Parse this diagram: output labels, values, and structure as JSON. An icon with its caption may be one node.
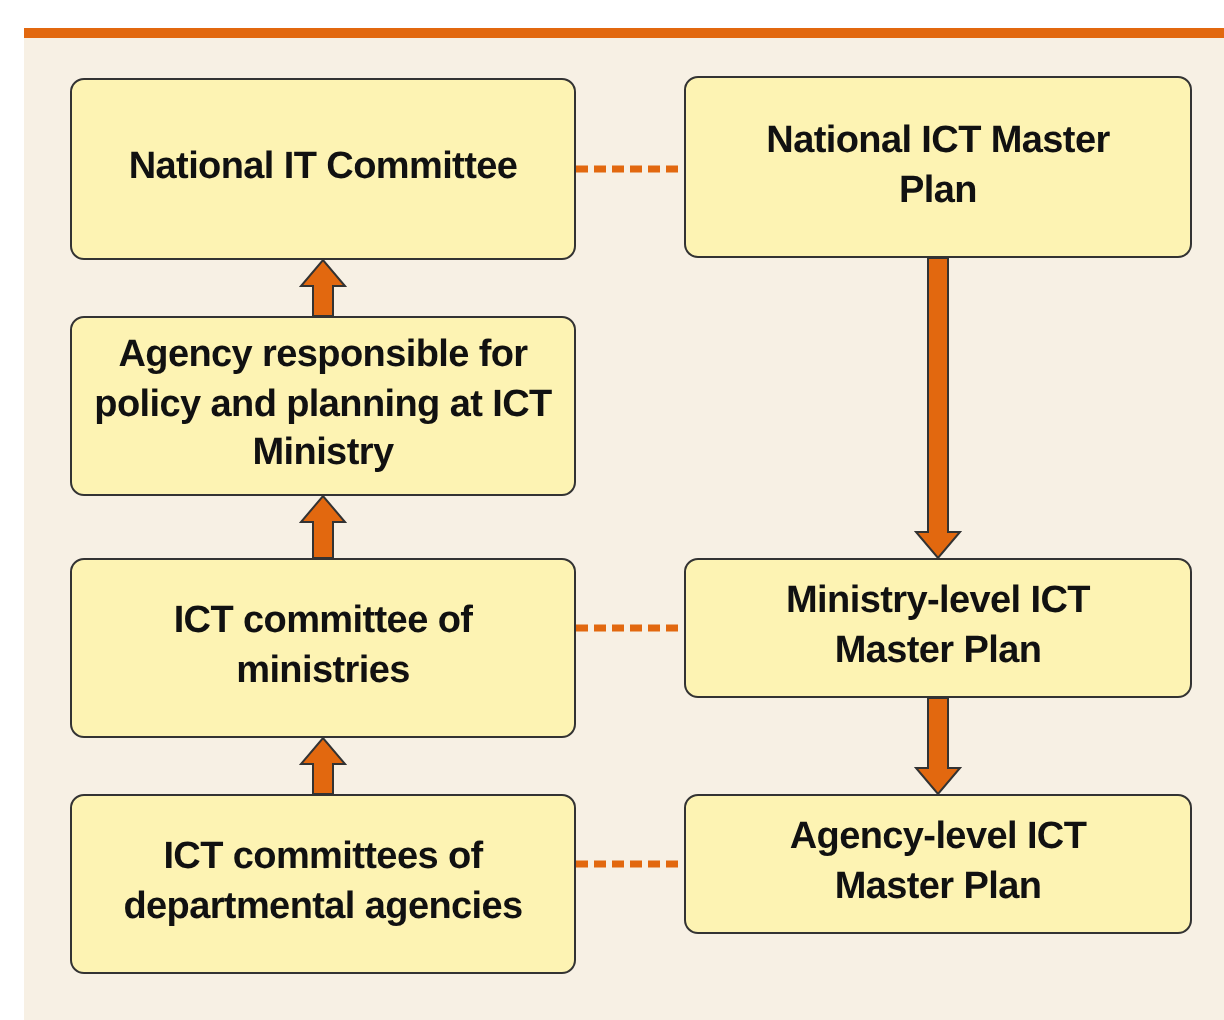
{
  "diagram": {
    "nodes": [
      {
        "text": [
          "National IT Committee"
        ]
      },
      {
        "text": [
          "National ICT Master Plan"
        ]
      },
      {
        "text": [
          "Agency responsible for policy and planning at ICT Ministry"
        ]
      },
      {
        "text": [
          "ICT committee of ministries"
        ]
      },
      {
        "text": [
          "Ministry-level ICT Master Plan"
        ]
      },
      {
        "text": [
          "ICT committees of departmental agencies"
        ]
      },
      {
        "text": [
          "Agency-level ICT Master Plan"
        ]
      }
    ],
    "edges": [
      {
        "from": 0,
        "to": 1,
        "arrow": "none",
        "style": "dashed"
      },
      {
        "from": 2,
        "to": 0,
        "arrow": "to",
        "style": "thick"
      },
      {
        "from": 1,
        "to": 4,
        "arrow": "to",
        "style": "thick"
      },
      {
        "from": 3,
        "to": 2,
        "arrow": "to",
        "style": "thick"
      },
      {
        "from": 3,
        "to": 4,
        "arrow": "none",
        "style": "dashed"
      },
      {
        "from": 4,
        "to": 6,
        "arrow": "to",
        "style": "thick"
      },
      {
        "from": 5,
        "to": 3,
        "arrow": "to",
        "style": "thick"
      },
      {
        "from": 5,
        "to": 6,
        "arrow": "none",
        "style": "dashed"
      }
    ]
  }
}
